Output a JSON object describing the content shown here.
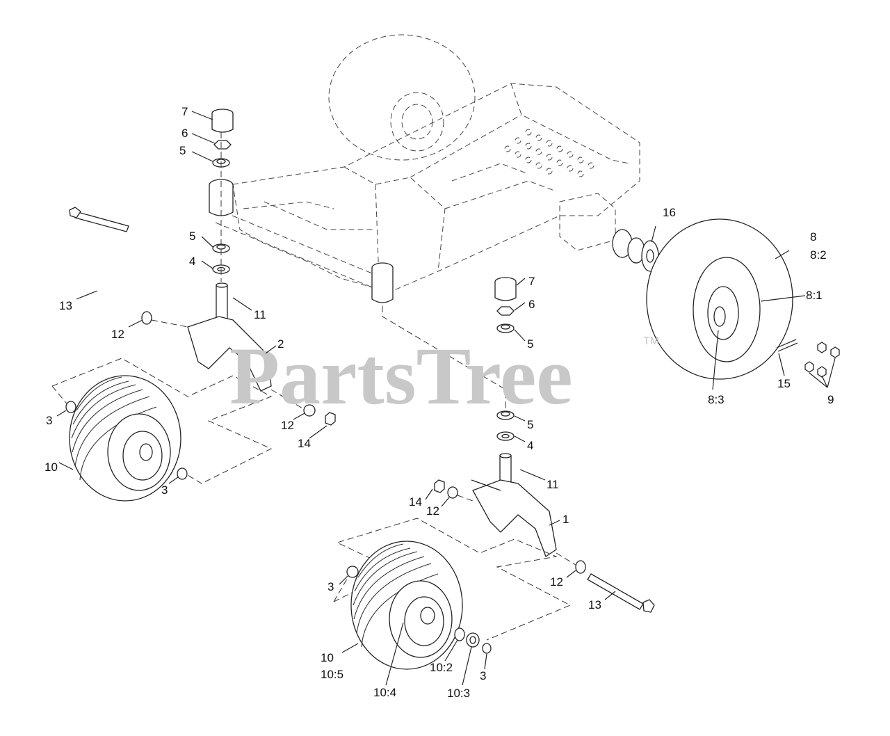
{
  "watermark": {
    "text": "PartsTree",
    "tm": "TM"
  },
  "callouts": [
    {
      "id": "c1",
      "text": "7"
    },
    {
      "id": "c2",
      "text": "6"
    },
    {
      "id": "c3",
      "text": "5"
    },
    {
      "id": "c4",
      "text": "5"
    },
    {
      "id": "c5",
      "text": "4"
    },
    {
      "id": "c6",
      "text": "13"
    },
    {
      "id": "c7",
      "text": "11"
    },
    {
      "id": "c8",
      "text": "12"
    },
    {
      "id": "c9",
      "text": "2"
    },
    {
      "id": "c10",
      "text": "3"
    },
    {
      "id": "c11",
      "text": "12"
    },
    {
      "id": "c12",
      "text": "14"
    },
    {
      "id": "c13",
      "text": "10"
    },
    {
      "id": "c14",
      "text": "3"
    },
    {
      "id": "c15",
      "text": "16"
    },
    {
      "id": "c16",
      "text": "8"
    },
    {
      "id": "c17",
      "text": "8:2"
    },
    {
      "id": "c18",
      "text": "8:1"
    },
    {
      "id": "c19",
      "text": "7"
    },
    {
      "id": "c20",
      "text": "6"
    },
    {
      "id": "c21",
      "text": "5"
    },
    {
      "id": "c22",
      "text": "8:3"
    },
    {
      "id": "c23",
      "text": "15"
    },
    {
      "id": "c24",
      "text": "9"
    },
    {
      "id": "c25",
      "text": "5"
    },
    {
      "id": "c26",
      "text": "4"
    },
    {
      "id": "c27",
      "text": "11"
    },
    {
      "id": "c28",
      "text": "14"
    },
    {
      "id": "c29",
      "text": "12"
    },
    {
      "id": "c30",
      "text": "1"
    },
    {
      "id": "c31",
      "text": "3"
    },
    {
      "id": "c32",
      "text": "12"
    },
    {
      "id": "c33",
      "text": "13"
    },
    {
      "id": "c34",
      "text": "10"
    },
    {
      "id": "c35",
      "text": "10:5"
    },
    {
      "id": "c36",
      "text": "10:4"
    },
    {
      "id": "c37",
      "text": "10:2"
    },
    {
      "id": "c38",
      "text": "10:3"
    },
    {
      "id": "c39",
      "text": "3"
    }
  ]
}
